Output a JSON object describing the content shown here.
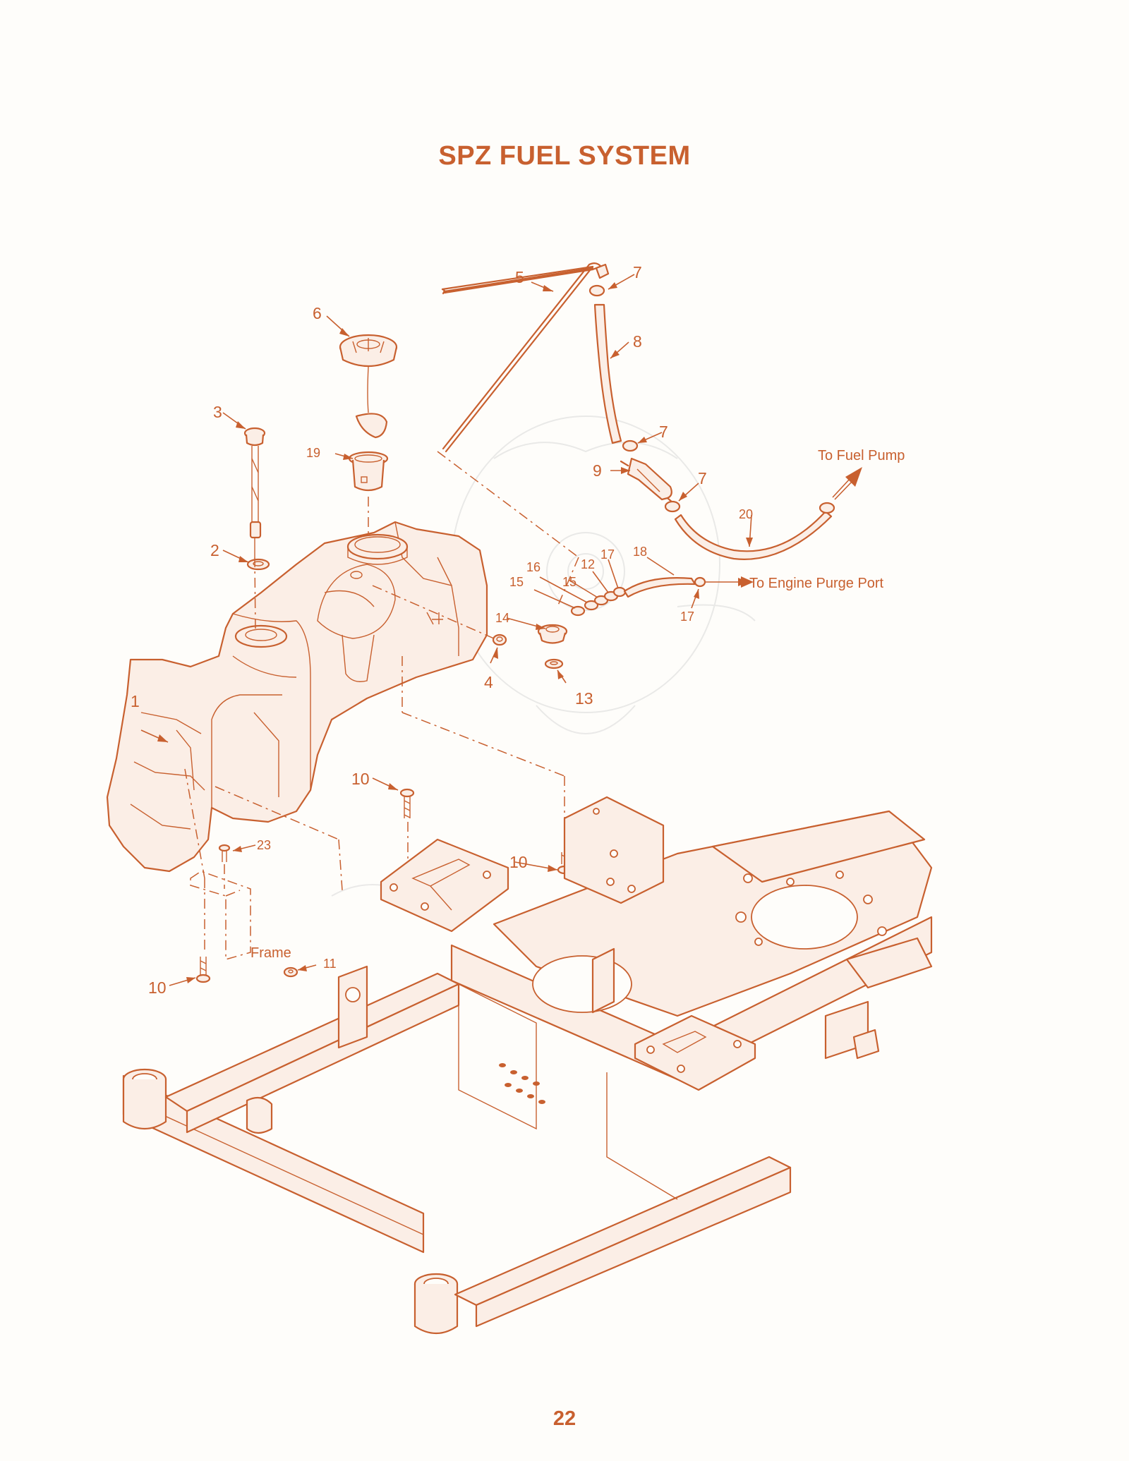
{
  "title": "SPZ FUEL SYSTEM",
  "page_number": "22",
  "colors": {
    "ink": "#c8602f",
    "paper": "#fefdfa"
  },
  "callouts": {
    "c1": "1",
    "c2": "2",
    "c3": "3",
    "c4": "4",
    "c5": "5",
    "c6": "6",
    "c7a": "7",
    "c7b": "7",
    "c7c": "7",
    "c8": "8",
    "c9": "9",
    "c10a": "10",
    "c10b": "10",
    "c10c": "10",
    "c11": "11",
    "c12": "12",
    "c13": "13",
    "c14": "14",
    "c15a": "15",
    "c15b": "15",
    "c16": "16",
    "c17a": "17",
    "c17b": "17",
    "c18": "18",
    "c19": "19",
    "c20": "20",
    "c23": "23"
  },
  "annotations": {
    "to_fuel_pump": "To Fuel Pump",
    "to_engine_purge_port": "To Engine Purge Port",
    "frame": "Frame"
  }
}
